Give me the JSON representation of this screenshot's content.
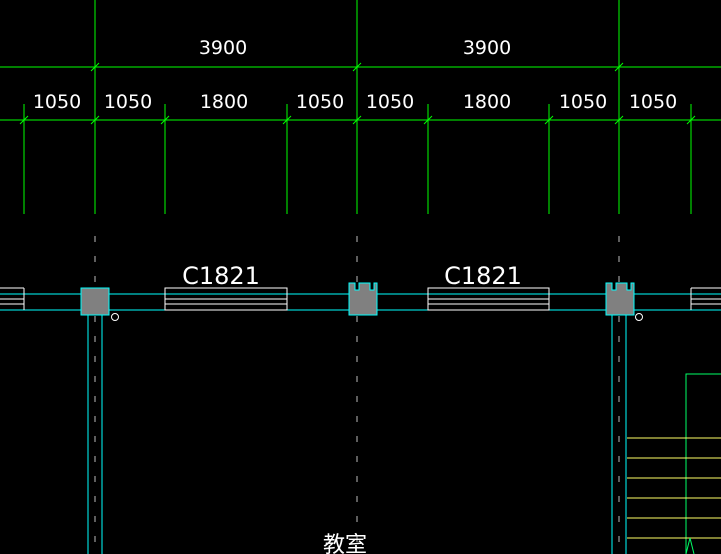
{
  "drawing": {
    "background": "#000000",
    "colors": {
      "dimension_line": "#00ff00",
      "wall_line": "#00ffff",
      "column_fill": "#808080",
      "stair_line": "#ffff66",
      "stair_frame": "#00ff66",
      "text": "#ffffff"
    },
    "overall_dimensions": [
      "3900",
      "3900"
    ],
    "segment_dimensions": [
      "1050",
      "1050",
      "1800",
      "1050",
      "1050",
      "1800",
      "1050",
      "1050"
    ],
    "window_labels": [
      "C1821",
      "C1821"
    ],
    "room_label": "教室"
  }
}
